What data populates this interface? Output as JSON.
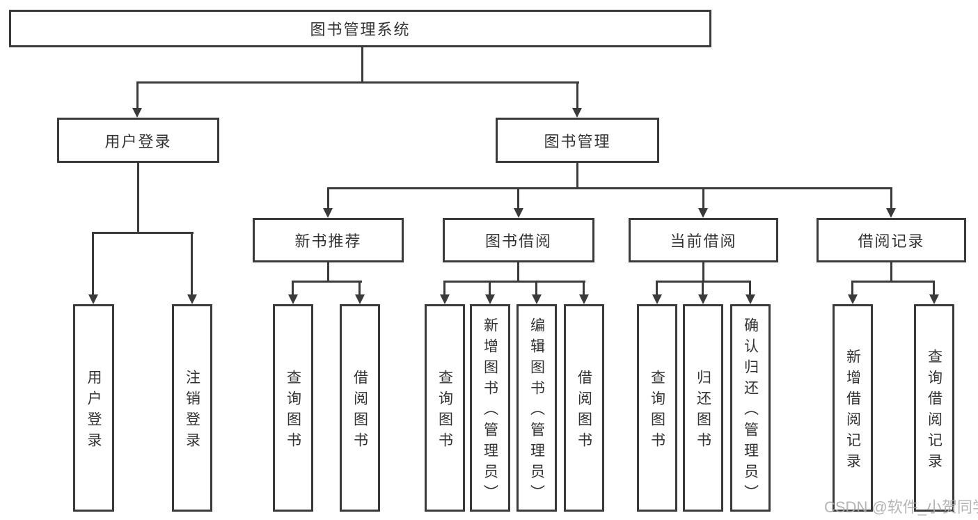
{
  "tree": {
    "root": {
      "label": "图书管理系统",
      "children": [
        {
          "label": "用户登录",
          "children": [
            {
              "label": "用户登录"
            },
            {
              "label": "注销登录"
            }
          ]
        },
        {
          "label": "图书管理",
          "children": [
            {
              "label": "新书推荐",
              "children": [
                {
                  "label": "查询图书"
                },
                {
                  "label": "借阅图书"
                }
              ]
            },
            {
              "label": "图书借阅",
              "children": [
                {
                  "label": "查询图书"
                },
                {
                  "label": "新增图书（管理员）"
                },
                {
                  "label": "编辑图书（管理员）"
                },
                {
                  "label": "借阅图书"
                }
              ]
            },
            {
              "label": "当前借阅",
              "children": [
                {
                  "label": "查询图书"
                },
                {
                  "label": "归还图书"
                },
                {
                  "label": "确认归还（管理员）"
                }
              ]
            },
            {
              "label": "借阅记录",
              "children": [
                {
                  "label": "新增借阅记录"
                },
                {
                  "label": "查询借阅记录"
                }
              ]
            }
          ]
        }
      ]
    }
  },
  "watermark": {
    "text": "CSDN @软件_小贺同学"
  },
  "colors": {
    "line": "#3a3a3a",
    "box_border": "#3a3a3a",
    "box_background": "#ffffff",
    "text": "#333333",
    "watermark": "#a8a8a8",
    "page_background": "#ffffff"
  }
}
